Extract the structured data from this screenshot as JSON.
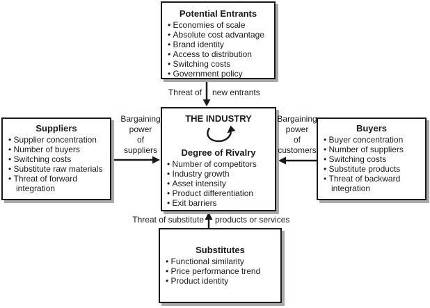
{
  "diagram": {
    "boxes": {
      "potential_entrants": {
        "title": "Potential Entrants",
        "items": [
          "Economies of scale",
          "Absolute cost advantage",
          "Brand identity",
          "Access to distribution",
          "Switching costs",
          "Government policy"
        ]
      },
      "suppliers": {
        "title": "Suppliers",
        "items": [
          "Supplier concentration",
          "Number of buyers",
          "Switching costs",
          "Substitute raw materials",
          "Threat of forward integration"
        ]
      },
      "industry": {
        "title": "THE INDUSTRY",
        "subtitle": "Degree of Rivalry",
        "items": [
          "Number of competitors",
          "Industry growth",
          "Asset intensity",
          "Product differentiation",
          "Exit barriers"
        ]
      },
      "buyers": {
        "title": "Buyers",
        "items": [
          "Buyer concentration",
          "Number of suppliers",
          "Switching costs",
          "Substitute products",
          "Threat of backward integration"
        ]
      },
      "substitutes": {
        "title": "Substitutes",
        "items": [
          "Functional similarity",
          "Price performance trend",
          "Product identity"
        ]
      }
    },
    "arrows": {
      "new_entrants": {
        "left": "Threat of",
        "right": "new entrants"
      },
      "suppliers_power": {
        "lines": [
          "Bargaining",
          "power",
          "of",
          "suppliers"
        ]
      },
      "customers_power": {
        "lines": [
          "Bargaining",
          "power",
          "of",
          "customers"
        ]
      },
      "substitutes_threat": {
        "left": "Threat of substitute",
        "right": "products or services"
      }
    },
    "icons": {
      "rivalry_loop": "circular-arrow"
    },
    "colors": {
      "background": "#ffffff",
      "border": "#1a1a1a",
      "shadow": "#a9a9a9",
      "text": "#1a1a1a"
    }
  }
}
